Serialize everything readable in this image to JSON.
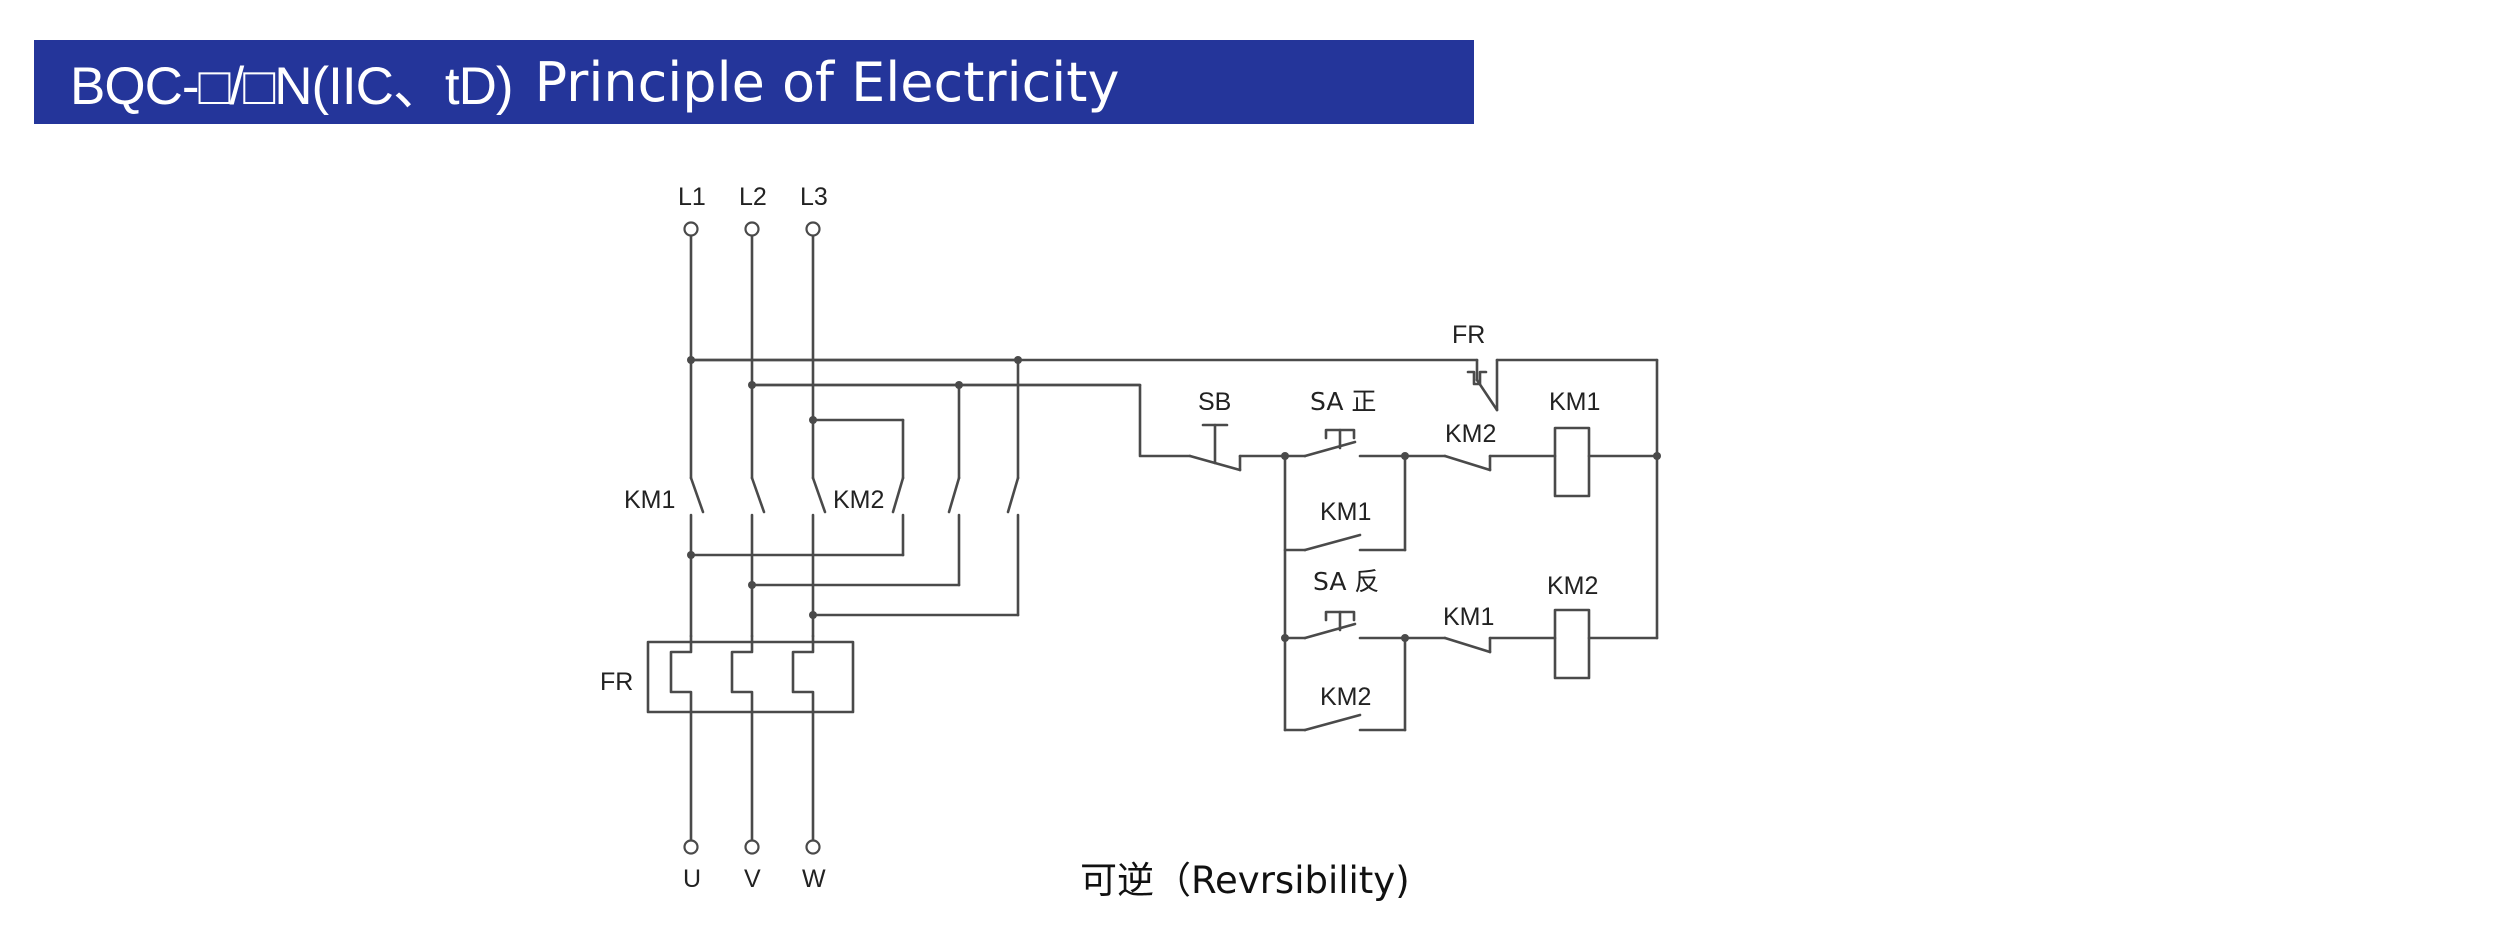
{
  "header": {
    "model": "BQC-□/□N(IIC、tD)",
    "title": "Principle of Electricity",
    "background_color": "#24359a"
  },
  "caption": "可逆（Revrsibility)",
  "diagram": {
    "labels": {
      "L1": "L1",
      "L2": "L2",
      "L3": "L3",
      "U": "U",
      "V": "V",
      "W": "W",
      "km1_main": "KM1",
      "km2_main": "KM2",
      "fr_main": "FR",
      "fr_control": "FR",
      "sb": "SB",
      "sa_forward": "SA 正",
      "sa_reverse": "SA 反",
      "km2_interlock": "KM2",
      "km1_coil": "KM1",
      "km1_hold": "KM1",
      "km1_interlock": "KM1",
      "km2_coil": "KM2",
      "km2_hold": "KM2"
    }
  }
}
